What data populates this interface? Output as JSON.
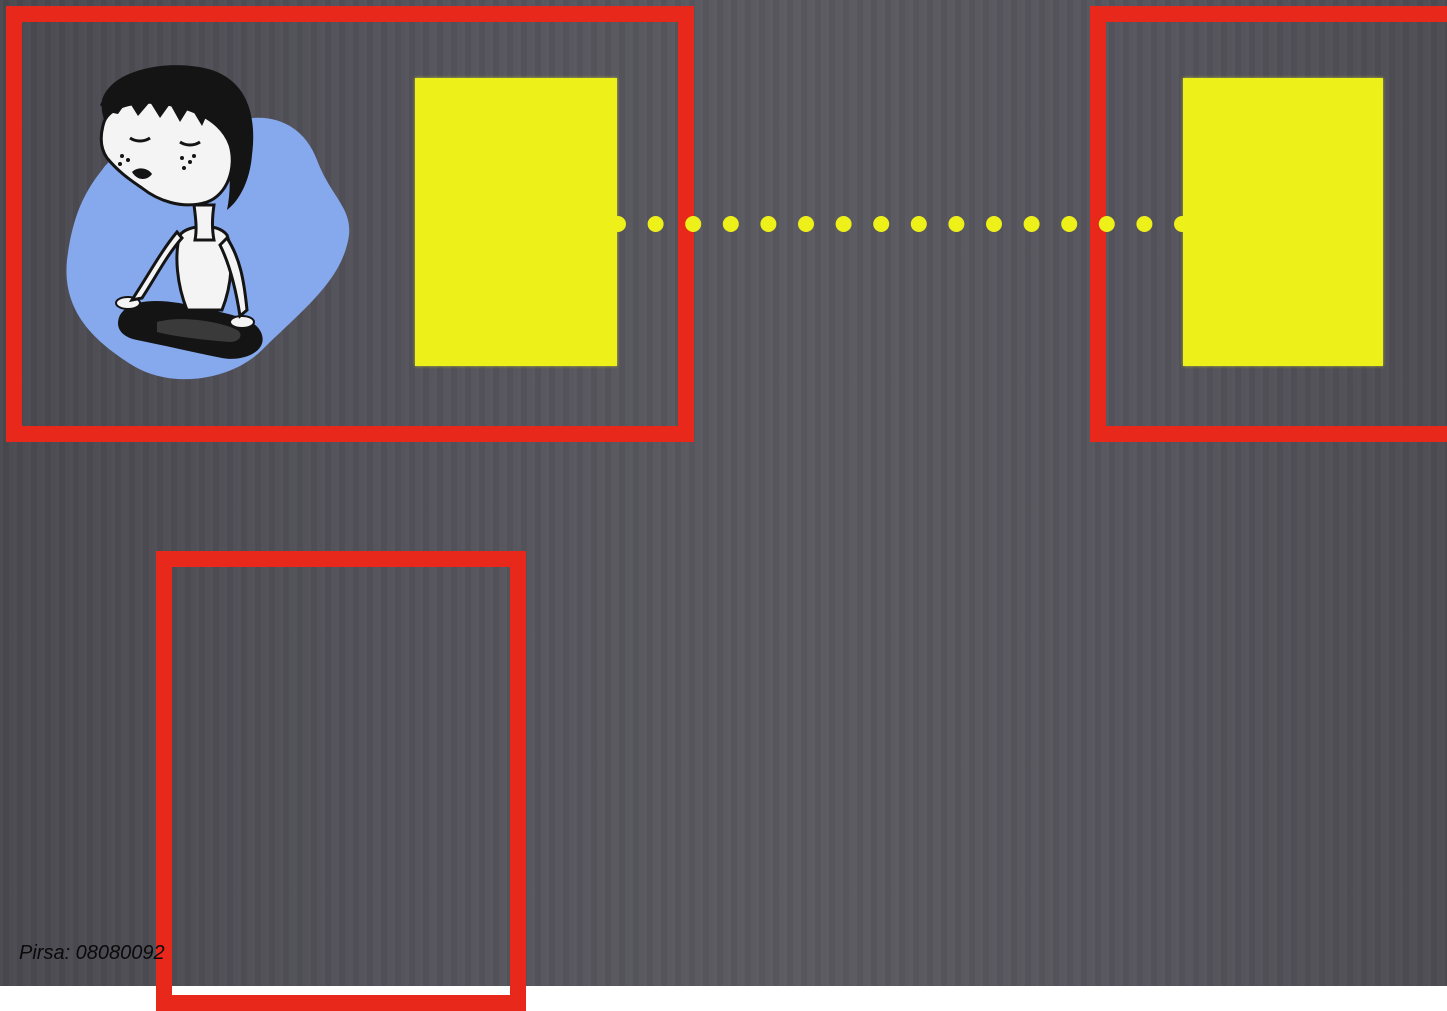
{
  "colors": {
    "background": "#525158",
    "frame": "#e8281b",
    "block": "#eef01a",
    "connector_dots": "#eef01a",
    "blob": "#86a8ec"
  },
  "frames": [
    {
      "name": "frame-top-left",
      "contains": [
        "meditating-person-icon",
        "yellow-block-left"
      ]
    },
    {
      "name": "frame-top-right",
      "contains": [
        "yellow-block-right"
      ]
    },
    {
      "name": "frame-bottom-left",
      "contains": []
    }
  ],
  "illustration": {
    "icon": "meditating-person-icon"
  },
  "connector": {
    "style": "dotted",
    "dot_count": 16
  },
  "footer": {
    "label": "Pirsa: 08080092"
  }
}
